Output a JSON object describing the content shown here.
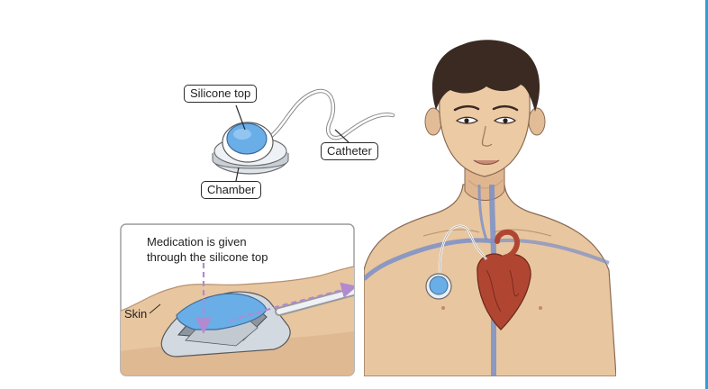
{
  "labels": {
    "silicone_top": "Silicone top",
    "catheter": "Catheter",
    "chamber": "Chamber",
    "skin": "Skin"
  },
  "inset": {
    "caption_line1": "Medication is given",
    "caption_line2": "through the silicone top"
  },
  "colors": {
    "skin": "#e8c6a0",
    "port_blue": "#6aaee8",
    "vein_blue": "#7a8fc8",
    "heart_red": "#b04632",
    "hair": "#3a2a22",
    "arrow_purple": "#b28ad0",
    "accent_edge": "#2d9ed8"
  }
}
